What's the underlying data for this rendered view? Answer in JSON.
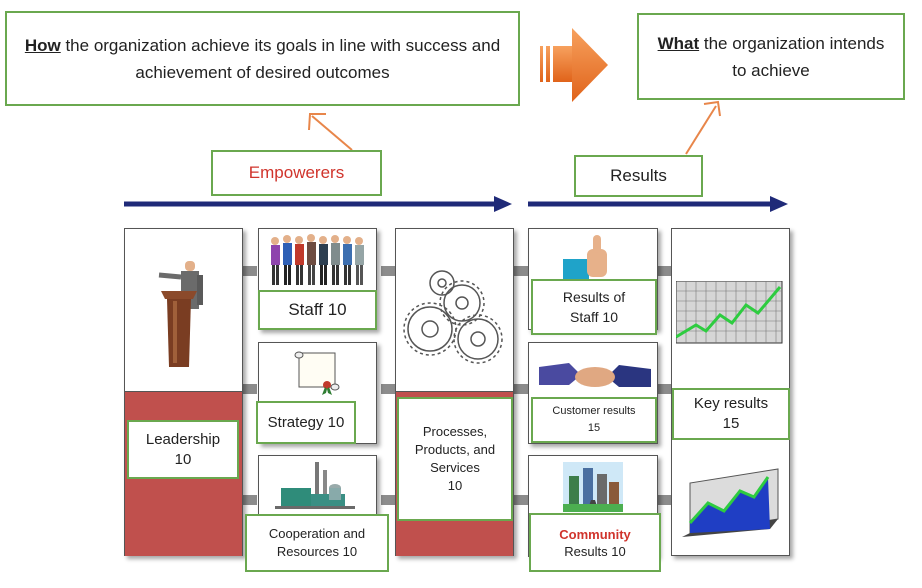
{
  "top": {
    "how_bold": "How",
    "how_rest": " the organization achieve its goals in line with success and achievement of desired outcomes",
    "what_bold": "What",
    "what_rest": " the organization intends to achieve"
  },
  "labels": {
    "empowerers": "Empowerers",
    "results": "Results"
  },
  "boxes": {
    "leadership": [
      "Leadership",
      "10"
    ],
    "staff": "Staff 10",
    "strategy": "Strategy 10",
    "cooperation": [
      "Cooperation and",
      "Resources 10"
    ],
    "processes": [
      "Processes,",
      "Products, and",
      "Services",
      "10"
    ],
    "staff_results": [
      "Results of",
      "Staff 10"
    ],
    "customer_results": [
      "Customer results",
      "15"
    ],
    "community_red": "Community",
    "community_rest": "Results 10",
    "key_results": [
      "Key results",
      "15"
    ]
  },
  "colors": {
    "border_green": "#6aa84f",
    "arrow_navy": "#1f2a78",
    "empowerers_red": "#d0342c",
    "panel_brown": "#c0504d",
    "big_arrow_orange": "#f07a2a"
  }
}
